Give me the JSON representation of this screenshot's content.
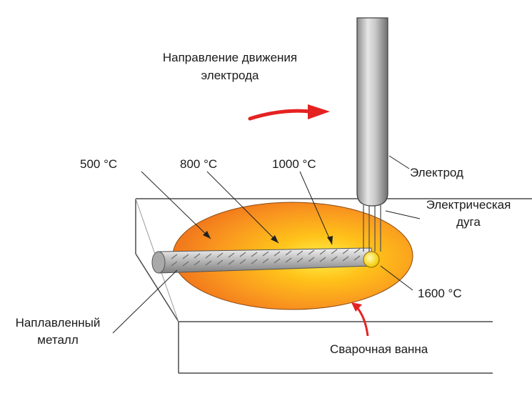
{
  "labels": {
    "direction_line1": "Направление движения",
    "direction_line2": "электрода",
    "t500": "500 °С",
    "t800": "800 °С",
    "t1000": "1000 °С",
    "electrode": "Электрод",
    "arc_line1": "Электрическая",
    "arc_line2": "дуга",
    "t1600": "1600 °С",
    "deposited_line1": "Наплавленный",
    "deposited_line2": "металл",
    "weld_pool": "Сварочная ванна"
  },
  "colors": {
    "pool_outer": "#f58a1f",
    "pool_inner": "#ffd11a",
    "arc_spot": "#ffe600",
    "arrow": "#e52222",
    "outline": "#444444"
  }
}
